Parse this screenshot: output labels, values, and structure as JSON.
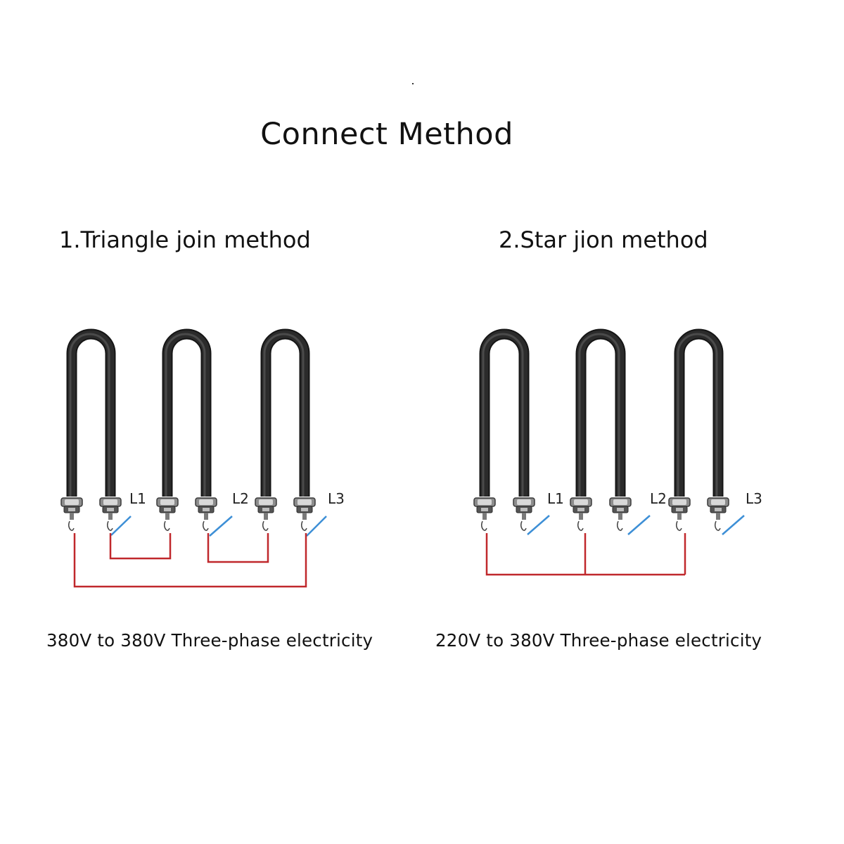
{
  "title": "Connect Method",
  "sections": [
    {
      "heading": "1.Triangle join method",
      "caption": "380V to 380V Three-phase electricity",
      "phase_labels": [
        "L1",
        "L2",
        "L3"
      ],
      "wiring": "triangle"
    },
    {
      "heading": "2.Star jion method",
      "caption": "220V to 380V Three-phase electricity",
      "phase_labels": [
        "L1",
        "L2",
        "L3"
      ],
      "wiring": "star"
    }
  ],
  "colors": {
    "element_tube": "#2b2b2b",
    "jumper_wire": "#c0282c",
    "supply_line": "#3d8fd6",
    "text": "#111111"
  },
  "icons": [
    "u-shaped-heating-element-icon",
    "terminal-nut-icon"
  ]
}
